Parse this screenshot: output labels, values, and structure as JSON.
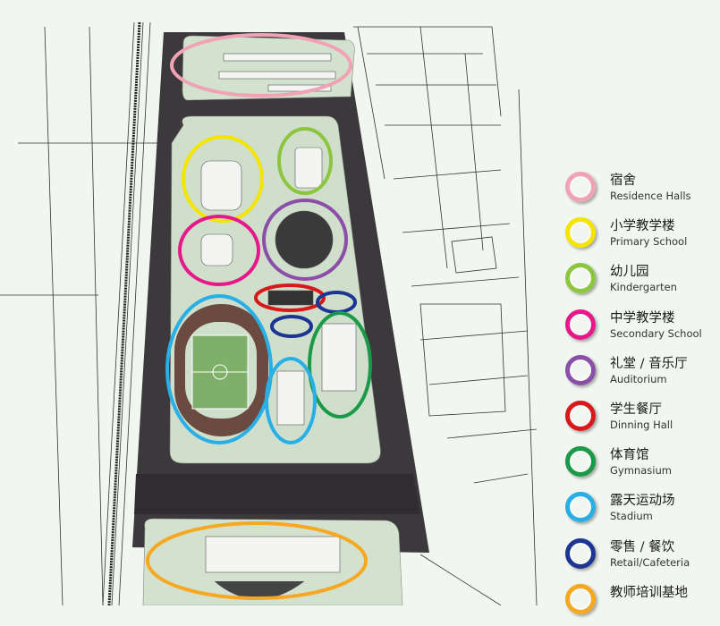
{
  "legend": [
    {
      "zh": "宿舍",
      "en": "Residence Halls",
      "color": "#f0a3b5"
    },
    {
      "zh": "小学教学楼",
      "en": "Primary School",
      "color": "#f4e400"
    },
    {
      "zh": "幼儿园",
      "en": "Kindergarten",
      "color": "#8cc63f"
    },
    {
      "zh": "中学教学楼",
      "en": "Secondary School",
      "color": "#e5198a"
    },
    {
      "zh": "礼堂 / 音乐厅",
      "en": "Auditorium",
      "color": "#8b4fa8"
    },
    {
      "zh": "学生餐厅",
      "en": "Dinning Hall",
      "color": "#d7191c"
    },
    {
      "zh": "体育馆",
      "en": "Gymnasium",
      "color": "#1a9a48"
    },
    {
      "zh": "露天运动场",
      "en": "Stadium",
      "color": "#29aee6"
    },
    {
      "zh": "零售 / 餐饮",
      "en": "Retail/Cafeteria",
      "color": "#1c3593"
    },
    {
      "zh": "教师培训基地",
      "en": "",
      "color": "#f7a823"
    }
  ]
}
